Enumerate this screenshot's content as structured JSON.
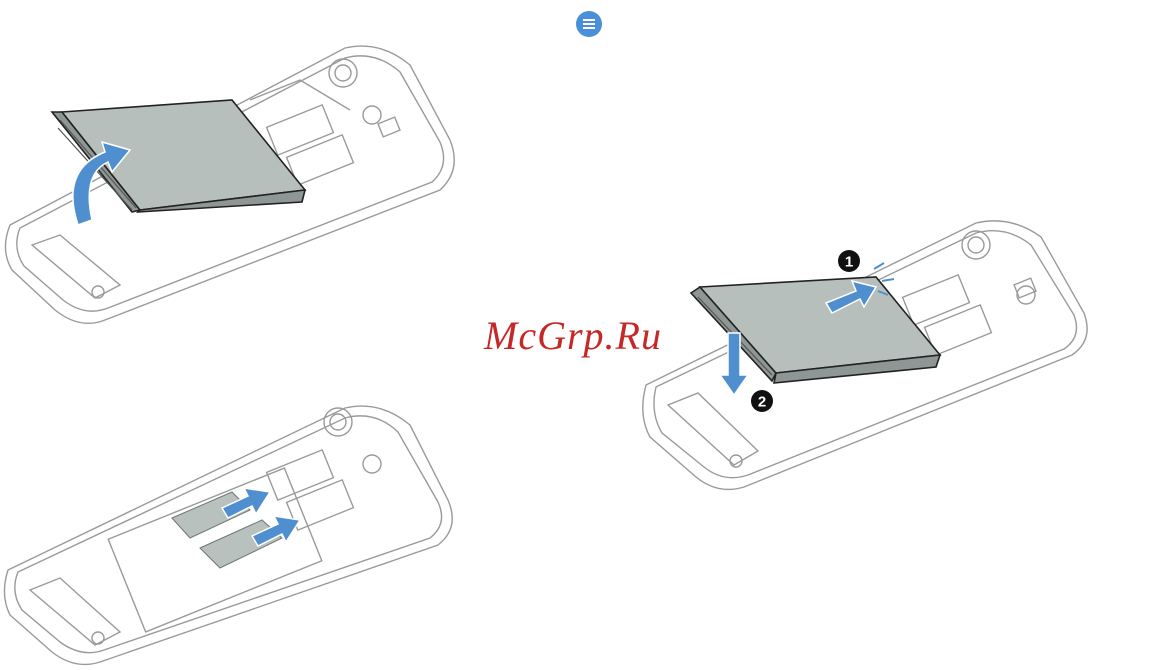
{
  "note_icon": "note-icon",
  "watermark": "McGrp.Ru",
  "figures": [
    {
      "name": "remove-battery",
      "arrow_color": "#4f8fcf"
    },
    {
      "name": "insert-sim-cards",
      "arrow_color": "#4f8fcf"
    },
    {
      "name": "insert-battery",
      "steps": [
        "1",
        "2"
      ],
      "arrow_color": "#4f8fcf"
    }
  ]
}
